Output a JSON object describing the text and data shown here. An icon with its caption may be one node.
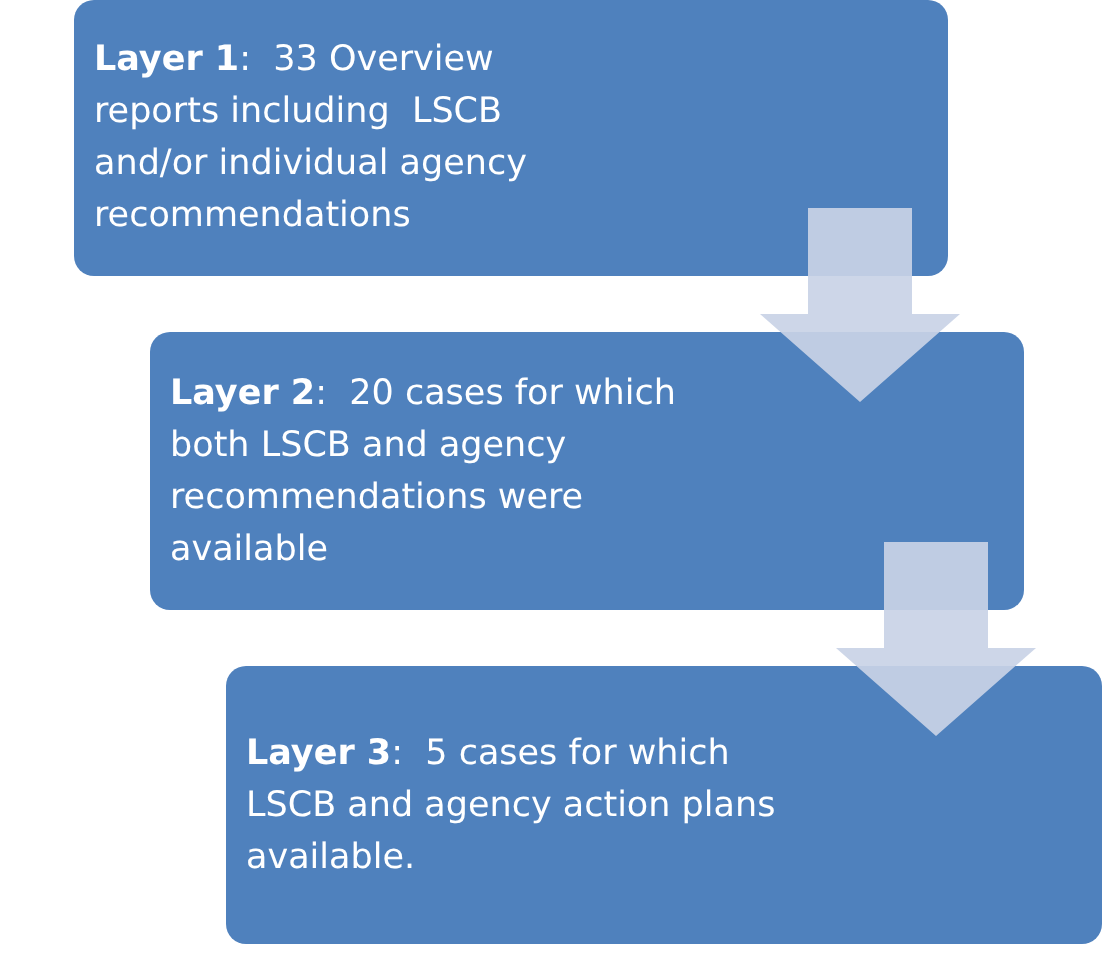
{
  "diagram": {
    "nodes": [
      {
        "text": [
          "**Layer 1**:  33 Overview reports including  LSCB and/or individual agency recommendations"
        ]
      },
      {
        "text": [
          "**Layer 2**:  20 cases for which both LSCB and agency recommendations were available"
        ]
      },
      {
        "text": [
          "**Layer 3**:  5 cases for which LSCB and agency action plans available."
        ]
      }
    ],
    "edges": [
      {
        "from": 0,
        "to": 1,
        "arrow": "to"
      },
      {
        "from": 1,
        "to": 2,
        "arrow": "to"
      }
    ]
  }
}
